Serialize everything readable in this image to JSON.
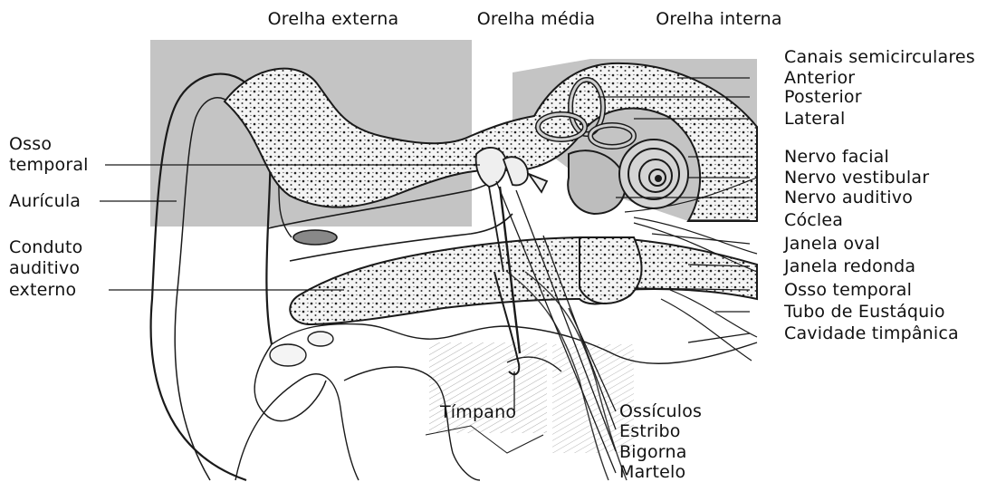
{
  "diagram": {
    "colors": {
      "shade": "#c4c4c4",
      "ink": "#1a1a1a",
      "bone_fill": "#f4f4f4",
      "background": "#ffffff"
    },
    "headers": {
      "outer_ear": "Orelha externa",
      "middle_ear": "Orelha média",
      "inner_ear": "Orelha interna"
    },
    "left_labels": {
      "temporal_bone_line1": "Osso",
      "temporal_bone_line2": "temporal",
      "auricle": "Aurícula",
      "canal_line1": "Conduto",
      "canal_line2": "auditivo",
      "canal_line3": "externo"
    },
    "right_labels": {
      "semicircular_canals": "Canais semicirculares",
      "anterior": "Anterior",
      "posterior": "Posterior",
      "lateral": "Lateral",
      "facial_nerve": "Nervo facial",
      "vestibular_nerve": "Nervo vestibular",
      "auditory_nerve": "Nervo auditivo",
      "cochlea": "Cóclea",
      "oval_window": "Janela oval",
      "round_window": "Janela redonda",
      "temporal_bone": "Osso temporal",
      "eustachian_tube": "Tubo de Eustáquio",
      "tympanic_cavity": "Cavidade timpânica"
    },
    "bottom_labels": {
      "eardrum": "Tímpano",
      "ossicles": "Ossículos",
      "stapes": "Estribo",
      "incus": "Bigorna",
      "malleus": "Martelo"
    }
  }
}
